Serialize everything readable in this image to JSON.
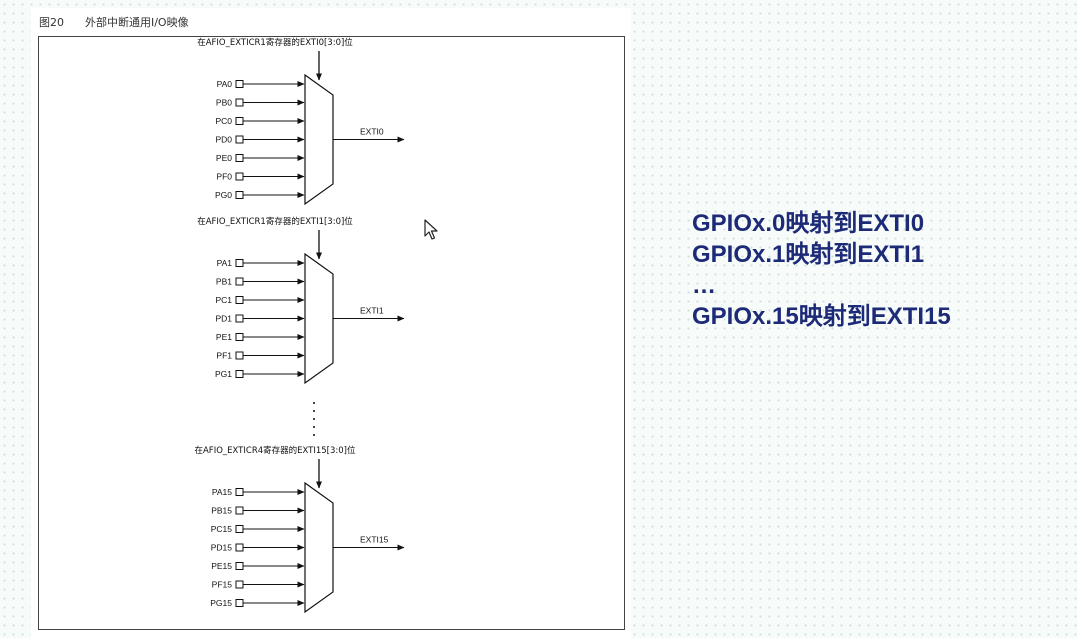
{
  "caption": {
    "figure_number": "图20",
    "title": "外部中断通用I/O映像"
  },
  "multiplexers": [
    {
      "register_label": "在AFIO_EXTICR1寄存器的EXTI0[3:0]位",
      "output_label": "EXTI0",
      "inputs": [
        "PA0",
        "PB0",
        "PC0",
        "PD0",
        "PE0",
        "PF0",
        "PG0"
      ]
    },
    {
      "register_label": "在AFIO_EXTICR1寄存器的EXTI1[3:0]位",
      "output_label": "EXTI1",
      "inputs": [
        "PA1",
        "PB1",
        "PC1",
        "PD1",
        "PE1",
        "PF1",
        "PG1"
      ]
    },
    {
      "register_label": "在AFIO_EXTICR4寄存器的EXTI15[3:0]位",
      "output_label": "EXTI15",
      "inputs": [
        "PA15",
        "PB15",
        "PC15",
        "PD15",
        "PE15",
        "PF15",
        "PG15"
      ]
    }
  ],
  "summary": {
    "lines": [
      "GPIOx.0映射到EXTI0",
      "GPIOx.1映射到EXTI1",
      "…",
      "GPIOx.15映射到EXTI15"
    ],
    "color": "#1c2a78"
  },
  "icons": {
    "cursor": "mouse-pointer-icon"
  }
}
